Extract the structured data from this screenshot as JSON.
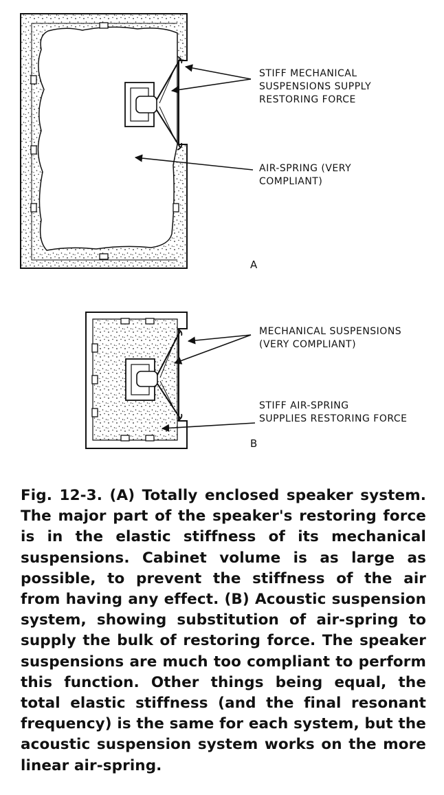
{
  "figure": {
    "panel_a": {
      "letter": "A",
      "callout_1": [
        "STIFF MECHANICAL",
        "SUSPENSIONS SUPPLY",
        "RESTORING FORCE"
      ],
      "callout_2": [
        "AIR-SPRING (VERY",
        "COMPLIANT)"
      ]
    },
    "panel_b": {
      "letter": "B",
      "callout_1": [
        "MECHANICAL SUSPENSIONS",
        "(VERY COMPLIANT)"
      ],
      "callout_2": [
        "STIFF AIR-SPRING",
        "SUPPLIES RESTORING FORCE"
      ]
    }
  },
  "caption": "Fig. 12-3. (A) Totally enclosed speaker system. The major part of the speaker's restoring force is in the elastic stiffness of its mechanical suspensions. Cabinet volume is as large as possible, to prevent the stiffness of the air from having any effect. (B) Acoustic suspension system, showing substitution of air-spring to supply the bulk of restoring force. The speaker suspensions are much too compliant to perform this function. Other things being equal, the total elastic stiffness (and the final resonant frequency) is the same for each system, but the acoustic suspension system works on the more linear air-spring."
}
